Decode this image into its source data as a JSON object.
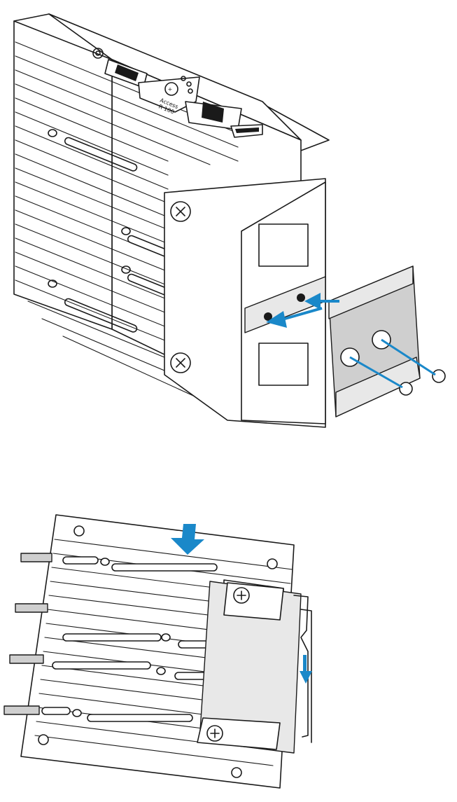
{
  "figure": {
    "top_panel": "mount-bracket-to-device",
    "bottom_panel": "hook-device-onto-din-rail",
    "colors": {
      "arrow": "#1a88c9",
      "outline": "#1a1a1a",
      "bracket": "#d9d9d9",
      "background": "#ffffff"
    }
  },
  "panel_label": {
    "line1": "Access",
    "line2": "R 100"
  }
}
